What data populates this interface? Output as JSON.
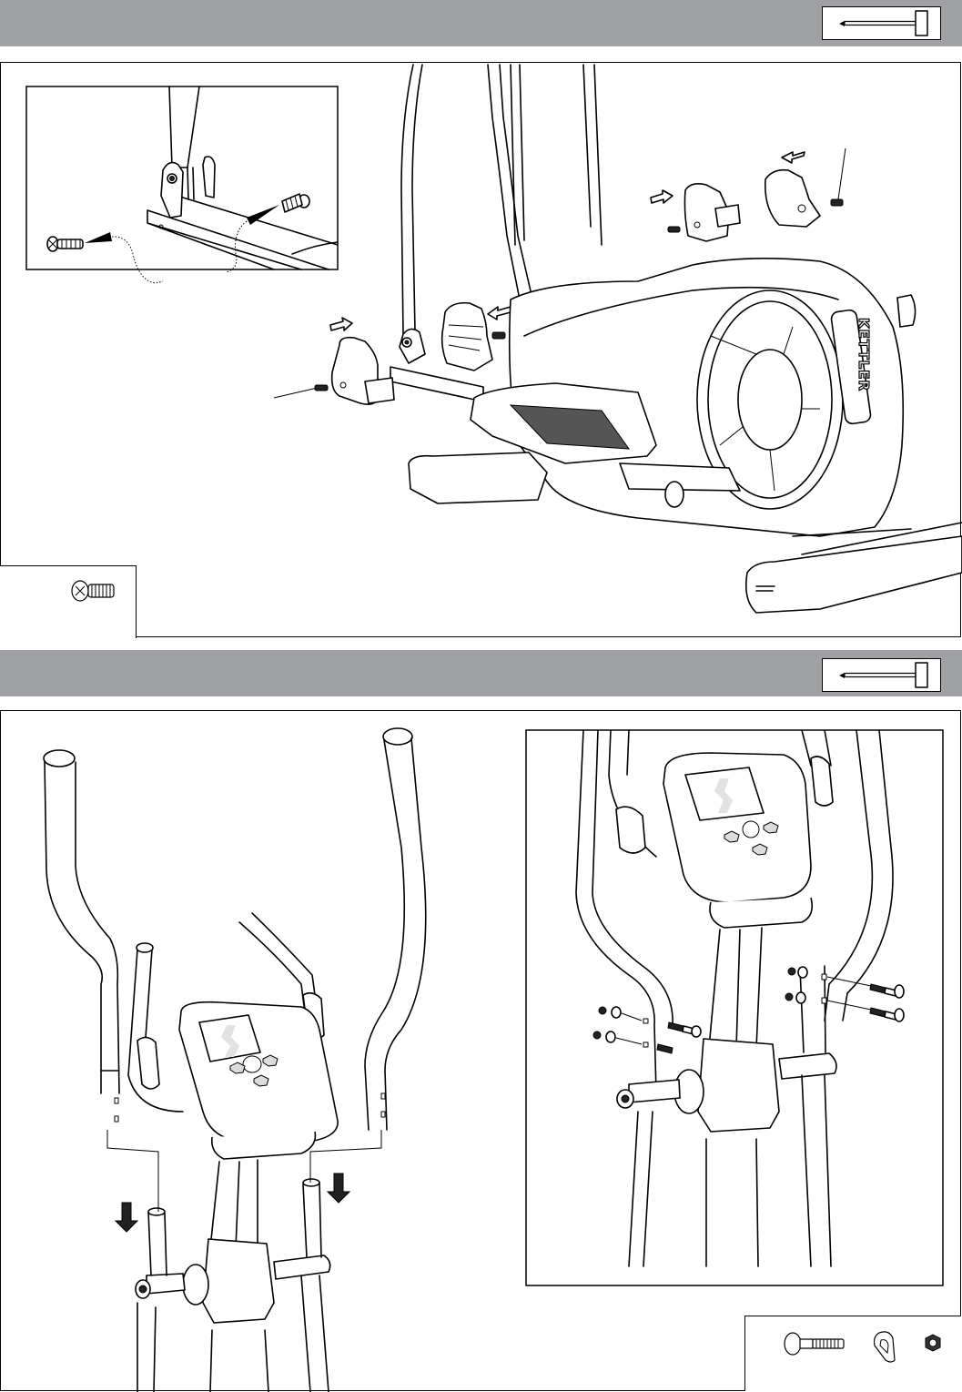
{
  "page": {
    "type": "assembly-instructions",
    "header_band_color": "#a0a1a4",
    "steps": [
      {
        "id": "step-cover-caps",
        "tool_icon": "screwdriver-icon",
        "detail_callout": "screw-insert-detail",
        "hardware": [
          {
            "icon": "phillips-screw-icon",
            "label": ""
          }
        ],
        "brand_logo_text": "KETTLER"
      },
      {
        "id": "step-handlebars",
        "tool_icon": "screwdriver-icon",
        "detail_callout": "handlebar-bolt-detail",
        "hardware": [
          {
            "icon": "carriage-bolt-icon",
            "label": ""
          },
          {
            "icon": "curved-washer-icon",
            "label": ""
          },
          {
            "icon": "lock-nut-icon",
            "label": ""
          }
        ]
      }
    ]
  }
}
